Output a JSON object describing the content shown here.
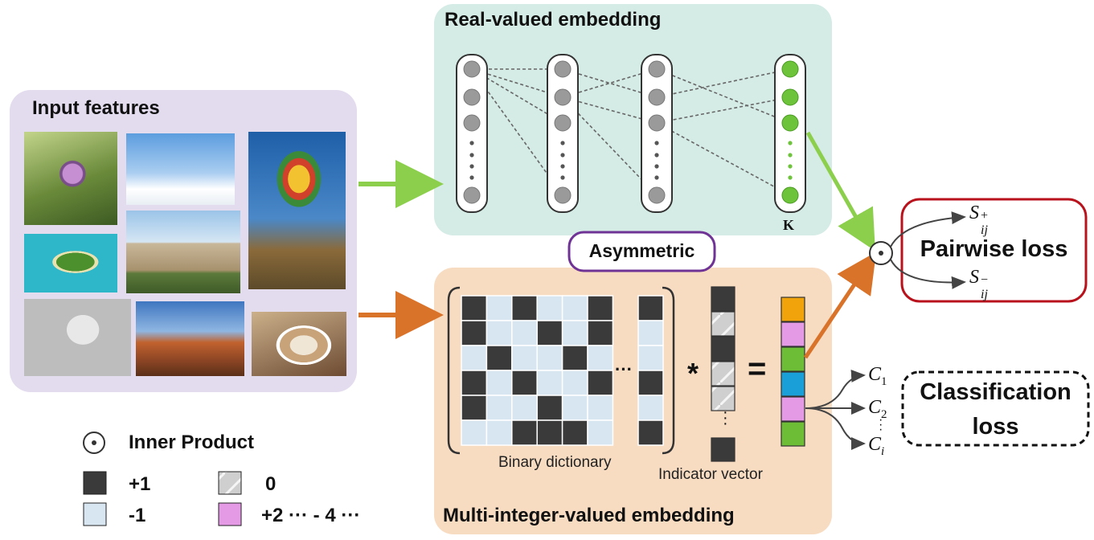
{
  "input_panel": {
    "title": "Input features",
    "images": [
      {
        "name": "flower-photo",
        "colors": [
          "#a7c06a",
          "#4e6b2a",
          "#c58fd1"
        ]
      },
      {
        "name": "airplane-photo",
        "colors": [
          "#6fa9e3",
          "#ffffff",
          "#d7e8f6"
        ]
      },
      {
        "name": "balloon-photo",
        "colors": [
          "#2a6fb8",
          "#f2c230",
          "#8a6a3a"
        ]
      },
      {
        "name": "island-photo",
        "colors": [
          "#0f5b8a",
          "#2eb6c9",
          "#4c8f2d"
        ]
      },
      {
        "name": "pyramid-photo",
        "colors": [
          "#9bc4e8",
          "#c8b79a",
          "#5c7a3b"
        ]
      },
      {
        "name": "parrot-photo",
        "colors": [
          "#5a4a36",
          "#bdbdbd",
          "#e8e8e8"
        ]
      },
      {
        "name": "arch-photo",
        "colors": [
          "#4a7fc4",
          "#c1622e",
          "#7a4a2a"
        ]
      },
      {
        "name": "coffee-photo",
        "colors": [
          "#b69a76",
          "#efe6d6",
          "#6d4b33"
        ]
      }
    ]
  },
  "real_panel": {
    "title": "Real-valued embedding",
    "k_label": "K"
  },
  "asymmetric_label": "Asymmetric",
  "multi_panel": {
    "title": "Multi-integer-valued embedding",
    "binary_dictionary_label": "Binary dictionary",
    "indicator_vector_label": "Indicator vector",
    "ellipsis": "···",
    "star": "*",
    "equals": "="
  },
  "pairwise": {
    "title": "Pairwise loss",
    "s_plus": {
      "base": "S",
      "sub": "ij",
      "sup": "+"
    },
    "s_minus": {
      "base": "S",
      "sub": "ij",
      "sup": "−"
    }
  },
  "classification": {
    "line1": "Classification",
    "line2": "loss",
    "c1": {
      "base": "C",
      "sub": "1"
    },
    "c2": {
      "base": "C",
      "sub": "2"
    },
    "ci": {
      "base": "C",
      "sub": "i"
    }
  },
  "legend": {
    "inner_product": "Inner Product",
    "plus_one": "+1",
    "minus_one": "-1",
    "zero": "0",
    "others": "+2 ··· - 4 ···"
  },
  "colors": {
    "panel_input": "#e3dbee",
    "panel_real": "#d5ebe5",
    "panel_multi": "#f8dcc2",
    "green_arrow": "#8ccf4c",
    "orange_arrow": "#d9732a",
    "pairwise_border": "#b8121c",
    "asym_border": "#6f3396",
    "node_gray": "#9a9a9a",
    "node_green": "#6dc43a",
    "cell_dark": "#3a3a3a",
    "cell_light": "#d8e6f1",
    "code_colors": [
      "#f0a30a",
      "#e59ae6",
      "#6dbd36",
      "#1b9fd8",
      "#e59ae6",
      "#6dbd36"
    ]
  }
}
